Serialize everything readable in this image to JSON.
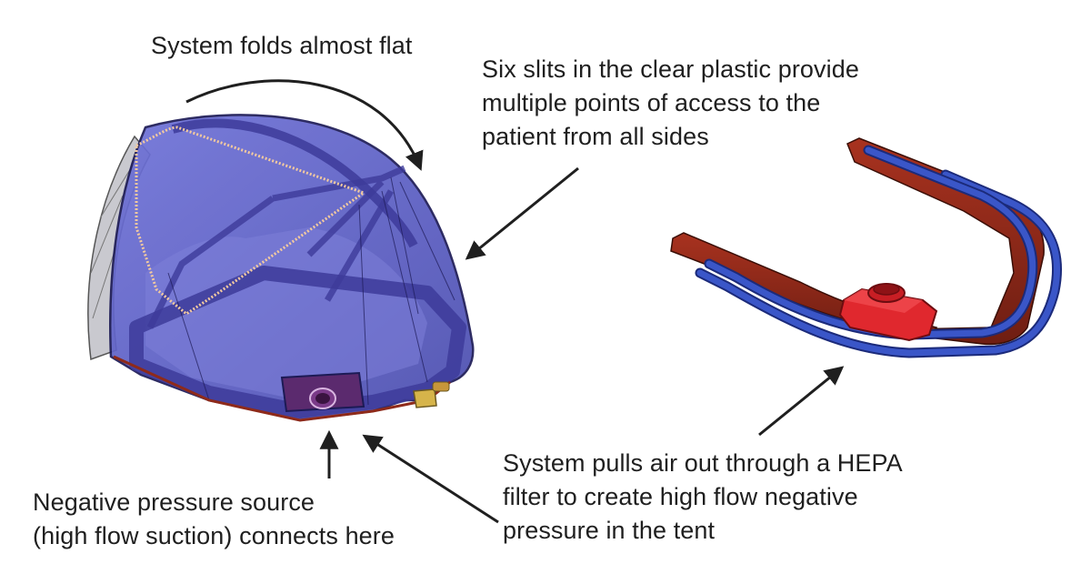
{
  "callouts": {
    "folds": {
      "lines": [
        "System folds almost flat"
      ]
    },
    "slits": {
      "lines": [
        "Six slits in the clear plastic provide",
        "multiple points of access to the",
        "patient from all sides"
      ]
    },
    "negative_pressure": {
      "lines": [
        "Negative pressure source",
        "(high flow suction) connects here"
      ]
    },
    "hepa": {
      "lines": [
        "System pulls air out through a HEPA",
        "filter to create high flow negative",
        "pressure in the tent"
      ]
    }
  },
  "colors": {
    "tent_fill": "#5b5fc4",
    "tent_frame": "#3d3b9a",
    "tent_outline": "#1c1a55",
    "hinge_stripe": "#f2c9a0",
    "side_panel": "#c9c9cf",
    "base_red": "#8e2a1a",
    "tube_blue": "#3a56c8",
    "connector_red": "#e0282e",
    "arrow": "#1f1f1f"
  },
  "icons": {
    "tent": "tent-drawing",
    "folded_frame": "folded-frame-drawing",
    "arrow": "arrow-icon"
  }
}
